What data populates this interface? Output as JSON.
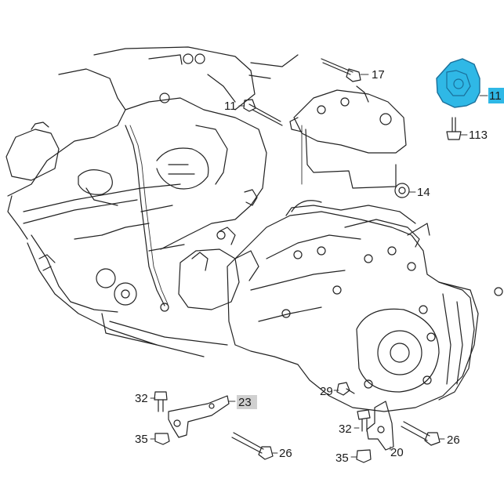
{
  "diagram": {
    "callouts": [
      {
        "id": "c11a",
        "label": "11"
      },
      {
        "id": "c11b",
        "label": "11"
      },
      {
        "id": "c17",
        "label": "17"
      },
      {
        "id": "c113",
        "label": "113"
      },
      {
        "id": "c14",
        "label": "14"
      },
      {
        "id": "c32a",
        "label": "32"
      },
      {
        "id": "c23",
        "label": "23"
      },
      {
        "id": "c35a",
        "label": "35"
      },
      {
        "id": "c26a",
        "label": "26"
      },
      {
        "id": "c29",
        "label": "29"
      },
      {
        "id": "c32b",
        "label": "32"
      },
      {
        "id": "c35b",
        "label": "35"
      },
      {
        "id": "c20",
        "label": "20"
      },
      {
        "id": "c26b",
        "label": "26"
      }
    ],
    "highlight_color": "#2fb8e6",
    "highlight_stroke": "#1a6f9a"
  }
}
